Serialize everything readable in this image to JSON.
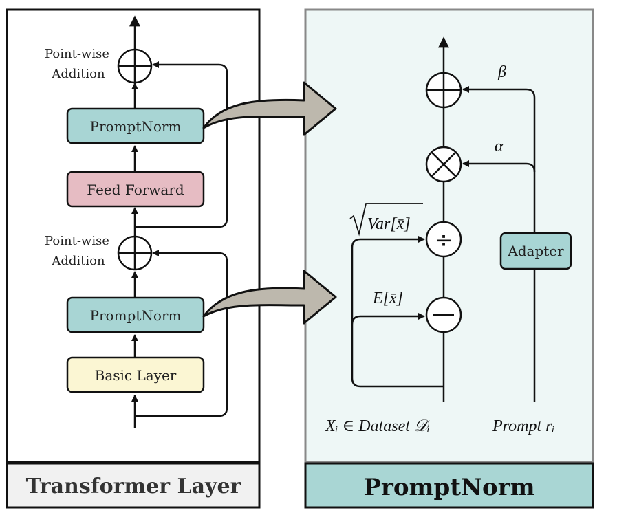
{
  "left_panel": {
    "title": "Transformer Layer",
    "blocks": {
      "prompt_norm_top": "PromptNorm",
      "feed_forward": "Feed Forward",
      "prompt_norm_bottom": "PromptNorm",
      "basic_layer": "Basic Layer"
    },
    "addition_label_line1": "Point-wise",
    "addition_label_line2": "Addition"
  },
  "right_panel": {
    "title": "PromptNorm",
    "adapter_label": "Adapter",
    "beta": "β",
    "alpha": "α",
    "var_label": "Var[x̄]",
    "mean_label": "E[x̄]",
    "input_label": "Xᵢ ∈ Dataset 𝒟ᵢ",
    "prompt_label": "Prompt rᵢ",
    "divide_symbol": "÷"
  },
  "colors": {
    "prompt_norm_fill": "#a8d5d4",
    "feed_forward_fill": "#e6bcc3",
    "basic_layer_fill": "#fbf6d3",
    "right_panel_bg": "#eef7f6",
    "right_title_bg": "#a9d6d4",
    "left_title_bg": "#f1f1f1",
    "arrow_fill": "#bdb8ad"
  }
}
